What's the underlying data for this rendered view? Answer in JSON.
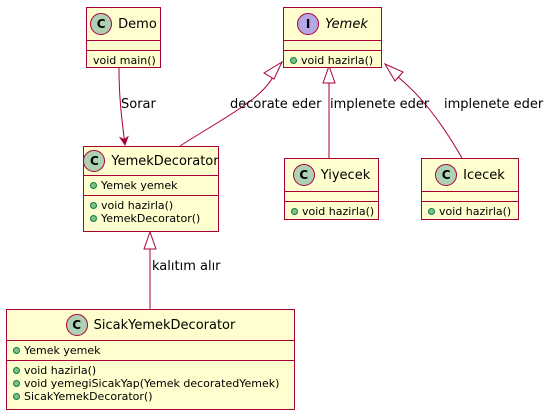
{
  "classes": {
    "demo": {
      "stereotype": "C",
      "name": "Demo",
      "methods": [
        "void main()"
      ]
    },
    "yemek": {
      "stereotype": "I",
      "name": "Yemek",
      "methods": [
        "void hazirla()"
      ]
    },
    "yemekDecorator": {
      "stereotype": "C",
      "name": "YemekDecorator",
      "fields": [
        "Yemek yemek"
      ],
      "methods": [
        "void hazirla()",
        "YemekDecorator()"
      ]
    },
    "yiyecek": {
      "stereotype": "C",
      "name": "Yiyecek",
      "methods": [
        "void hazirla()"
      ]
    },
    "icecek": {
      "stereotype": "C",
      "name": "Icecek",
      "methods": [
        "void hazirla()"
      ]
    },
    "sicakYemekDecorator": {
      "stereotype": "C",
      "name": "SicakYemekDecorator",
      "fields": [
        "Yemek yemek"
      ],
      "methods": [
        "void hazirla()",
        "void yemegiSicakYap(Yemek decoratedYemek)",
        "SicakYemekDecorator()"
      ]
    }
  },
  "relations": {
    "demo_to_decorator": "Sorar",
    "decorator_to_yemek": "decorate eder",
    "yiyecek_to_yemek": "implenete eder",
    "icecek_to_yemek": "implenete eder",
    "sicak_to_decorator": "kalıtım alır"
  },
  "colors": {
    "fill": "#FEFECE",
    "border": "#A80036",
    "class_badge": "#ADD1B2",
    "interface_badge": "#B4A7E5"
  }
}
